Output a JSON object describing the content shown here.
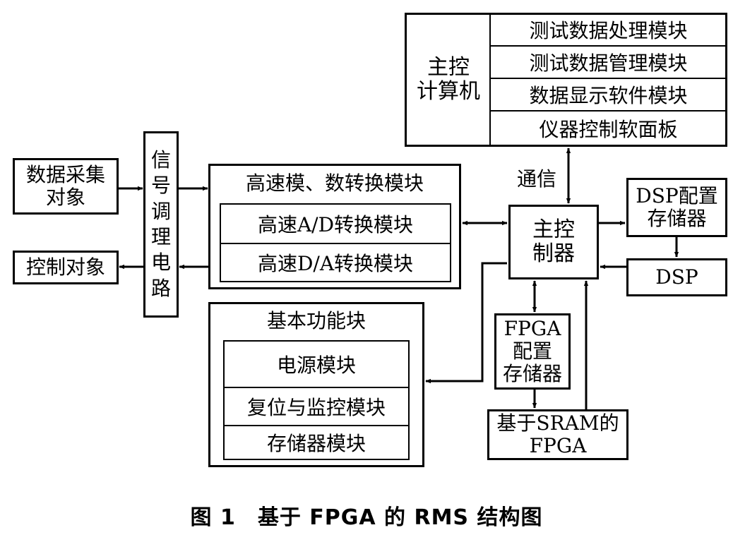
{
  "host": {
    "title": "主控\n计算机",
    "modules": [
      "测试数据处理模块",
      "测试数据管理模块",
      "数据显示软件模块",
      "仪器控制软面板"
    ]
  },
  "comm_label": "通信",
  "data_source": "数据采集\n对象",
  "control_target": "控制对象",
  "signal_conditioning": "信\n号\n调\n理\n电\n路",
  "hs_converter": {
    "title": "高速模、数转换模块",
    "items": [
      "高速A/D转换模块",
      "高速D/A转换模块"
    ]
  },
  "basic": {
    "title": "基本功能块",
    "items": [
      "电源模块",
      "复位与监控模块",
      "存储器模块"
    ]
  },
  "main_controller": "主控\n制器",
  "dsp_config": "DSP配置\n存储器",
  "dsp": "DSP",
  "fpga_config": "FPGA\n配置\n存储器",
  "fpga": "基于SRAM的\nFPGA",
  "caption": "图 1　基于 FPGA 的 RMS 结构图"
}
